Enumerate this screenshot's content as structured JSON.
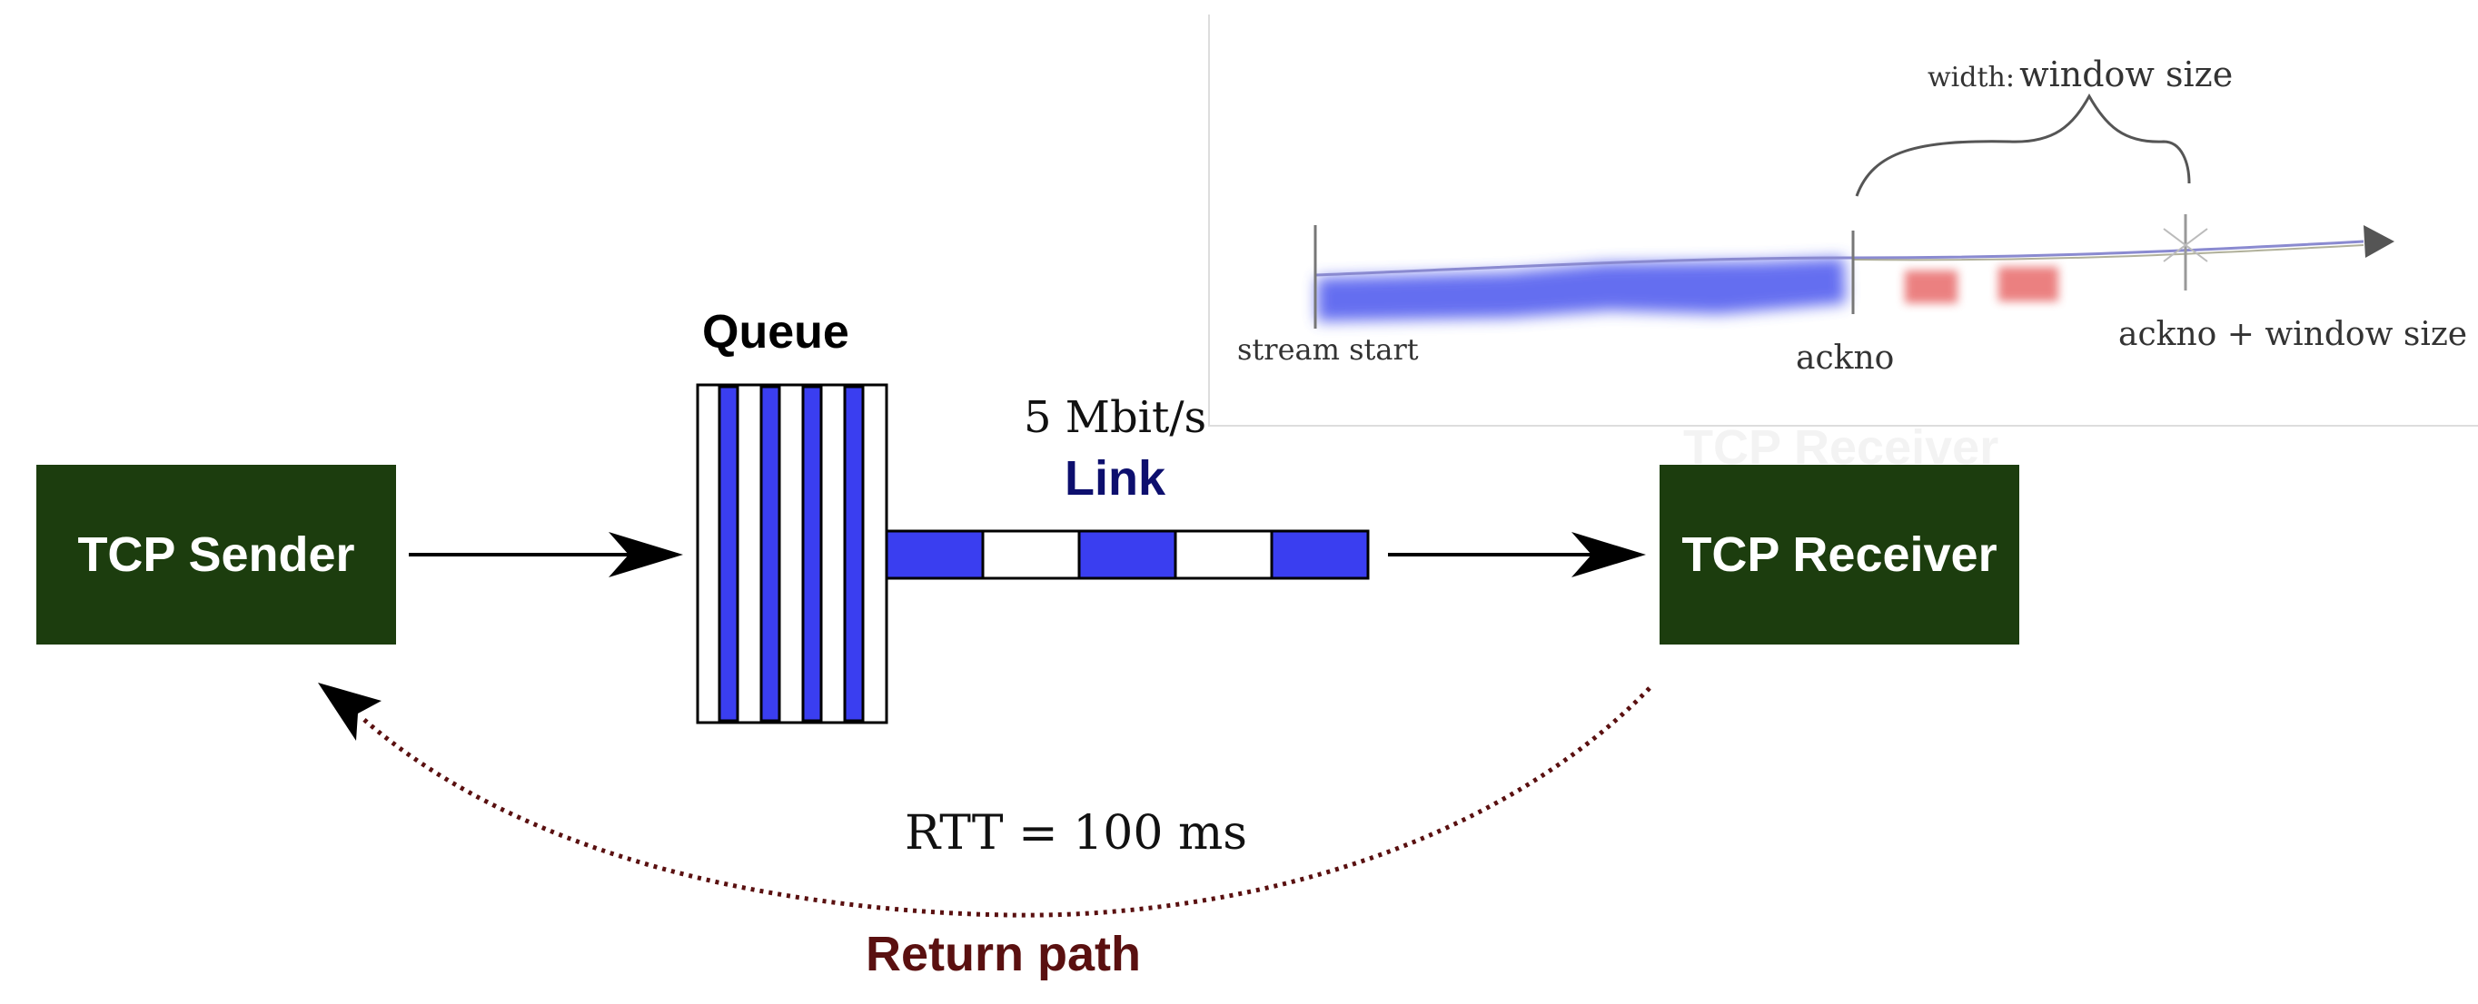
{
  "nodes": {
    "sender": "TCP Sender",
    "receiver": "TCP Receiver",
    "receiver_ghost": "TCP Receiver"
  },
  "queue": {
    "label": "Queue"
  },
  "link": {
    "rate": "5 Mbit/s",
    "label": "Link"
  },
  "return_path": {
    "rtt": "RTT = 100 ms",
    "label": "Return path"
  },
  "window_sketch": {
    "stream_start": "stream start",
    "ackno": "ackno",
    "ackno_plus_window": "ackno + window size",
    "width_prefix": "width:",
    "width_value": "window size"
  },
  "colors": {
    "box_fill": "#1c3d0e",
    "packet_blue": "#3a3ef0",
    "return_path": "#5a1010",
    "link_label": "#0d0f6e",
    "sketch_red": "#e86a6a"
  }
}
